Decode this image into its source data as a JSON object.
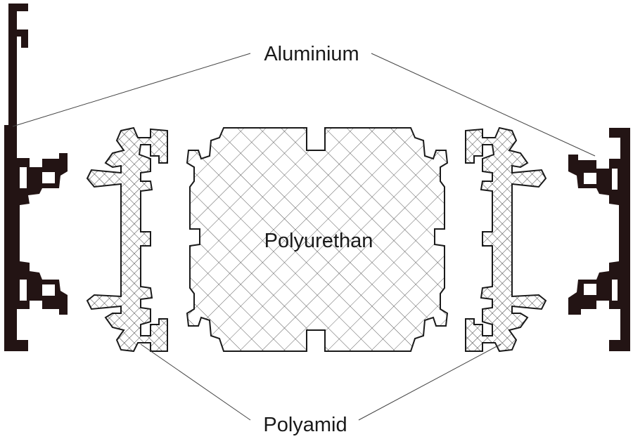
{
  "labels": {
    "aluminium": "Aluminium",
    "polyurethan": "Polyurethan",
    "polyamid": "Polyamid"
  },
  "colors": {
    "aluminium_fill": "#231414",
    "outline": "#1a1a1a",
    "background": "#ffffff"
  }
}
